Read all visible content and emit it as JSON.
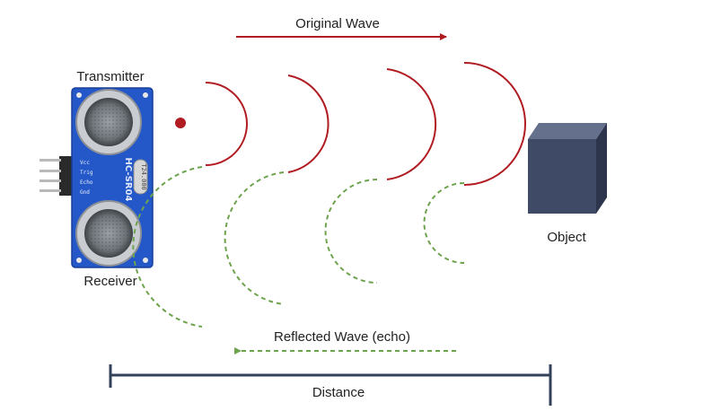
{
  "labels": {
    "original_wave": "Original Wave",
    "transmitter": "Transmitter",
    "receiver": "Receiver",
    "object": "Object",
    "reflected_wave": "Reflected Wave (echo)",
    "distance": "Distance"
  },
  "sensor": {
    "model": "HC-SR04",
    "crystal": "T24.000",
    "pins": [
      "Vcc",
      "Trig",
      "Echo",
      "Gnd"
    ]
  },
  "colors": {
    "original_wave": "#b01c22",
    "reflected_wave": "#6da34d",
    "distance_line": "#33415a",
    "sensor_board": "#2458c8",
    "object_cube": "#3e4a66"
  }
}
